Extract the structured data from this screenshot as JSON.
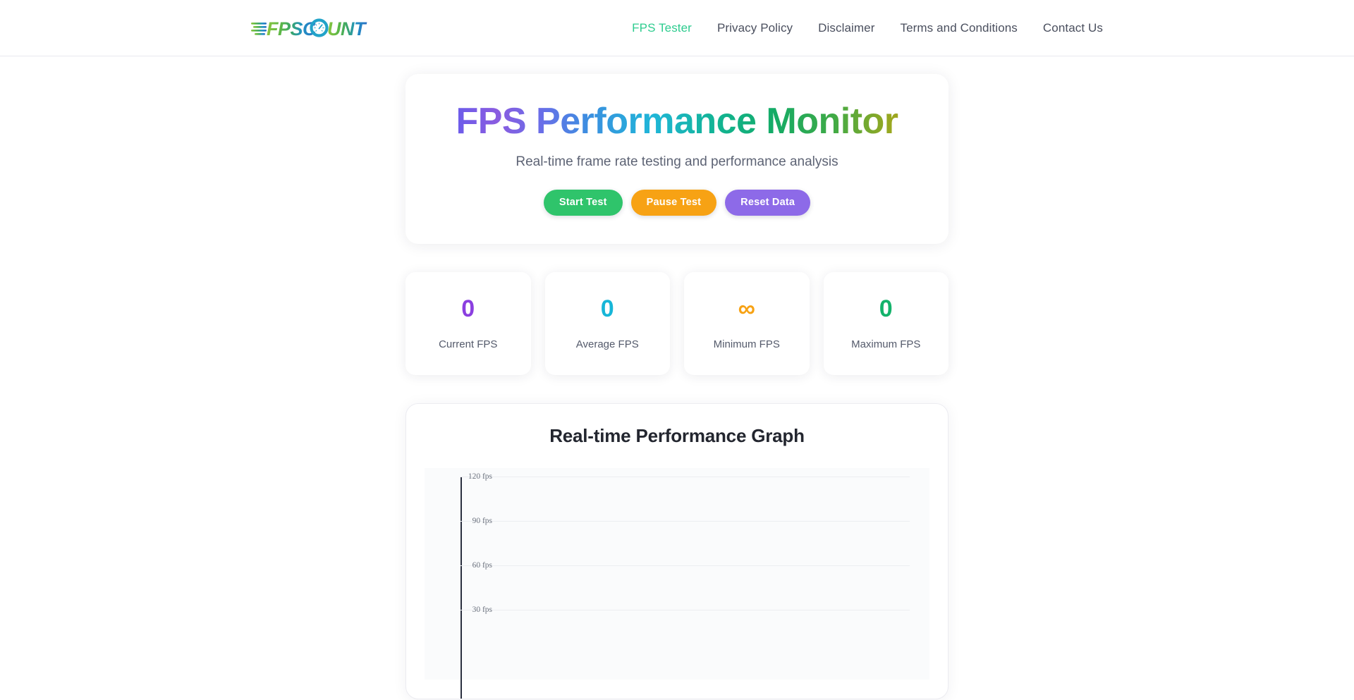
{
  "header": {
    "logo_text": "FPSCOUNT",
    "logo_icon": "speedometer-icon",
    "nav": [
      {
        "label": "FPS Tester",
        "active": true
      },
      {
        "label": "Privacy Policy",
        "active": false
      },
      {
        "label": "Disclaimer",
        "active": false
      },
      {
        "label": "Terms and Conditions",
        "active": false
      },
      {
        "label": "Contact Us",
        "active": false
      }
    ]
  },
  "hero": {
    "title": "FPS Performance Monitor",
    "subtitle": "Real-time frame rate testing and performance analysis",
    "buttons": [
      {
        "label": "Start Test",
        "color": "#2fc46b"
      },
      {
        "label": "Pause Test",
        "color": "#f7a214"
      },
      {
        "label": "Reset Data",
        "color": "#8d6ae8"
      }
    ]
  },
  "stats": [
    {
      "value": "0",
      "label": "Current FPS",
      "color": "#8b3fe0"
    },
    {
      "value": "0",
      "label": "Average FPS",
      "color": "#17b6d8"
    },
    {
      "value": "∞",
      "label": "Minimum FPS",
      "color": "#f7a214"
    },
    {
      "value": "0",
      "label": "Maximum FPS",
      "color": "#13b36b"
    }
  ],
  "graph": {
    "title": "Real-time Performance Graph"
  },
  "chart_data": {
    "type": "line",
    "title": "Real-time Performance Graph",
    "xlabel": "",
    "ylabel": "fps",
    "ylim": [
      0,
      120
    ],
    "yticks": [
      120,
      90,
      60,
      30
    ],
    "ytick_labels": [
      "120 fps",
      "90 fps",
      "60 fps",
      "30 fps"
    ],
    "grid": true,
    "legend": "none",
    "series": [
      {
        "name": "FPS",
        "values": []
      }
    ],
    "x": []
  }
}
